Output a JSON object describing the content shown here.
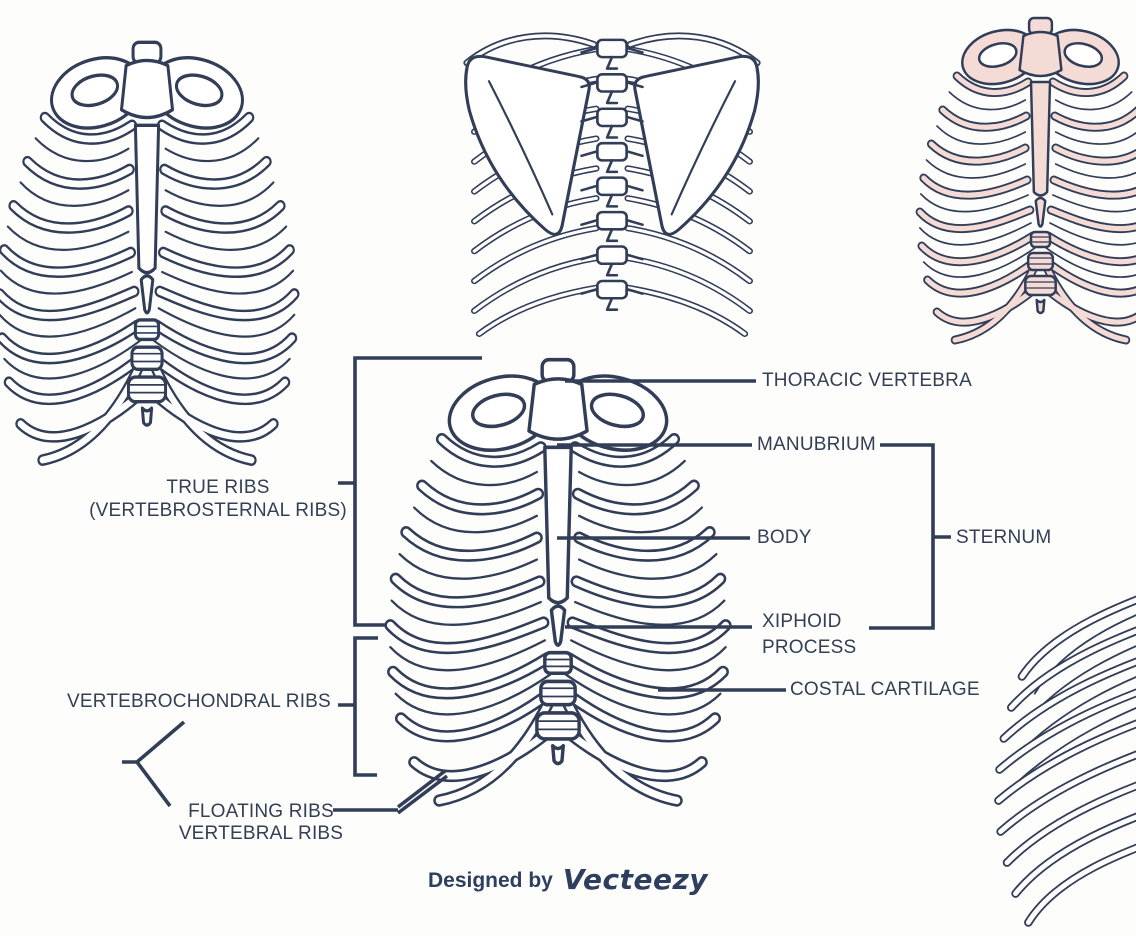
{
  "palette": {
    "line": "#323e58",
    "text": "#333f54",
    "bone_pink": "#f5dbd5",
    "background": "#fdfdfc",
    "credit": "#2d3e5f"
  },
  "labels": {
    "thoracic_vertebra": "THORACIC VERTEBRA",
    "manubrium": "MANUBRIUM",
    "body": "BODY",
    "sternum": "STERNUM",
    "xiphoid": {
      "line1": "XIPHOID",
      "line2": "PROCESS"
    },
    "costal_cartilage": "COSTAL CARTILAGE",
    "true_ribs": {
      "line1": "TRUE RIBS",
      "line2": "(VERTEBROSTERNAL RIBS)"
    },
    "vertebrochondral_ribs": "VERTEBROCHONDRAL RIBS",
    "floating_ribs": {
      "line1": "FLOATING RIBS",
      "line2": "VERTEBRAL RIBS"
    }
  },
  "credit": {
    "prefix": "Designed by",
    "brand": "Vecteezy"
  },
  "illustrations": {
    "top_left": "rib-cage-front-view",
    "top_center": "rib-cage-posterior-view-with-scapulae",
    "top_right": "rib-cage-front-view-pink",
    "center": "rib-cage-front-view-labeled",
    "bottom_right": "rib-cage-lateral-view"
  }
}
